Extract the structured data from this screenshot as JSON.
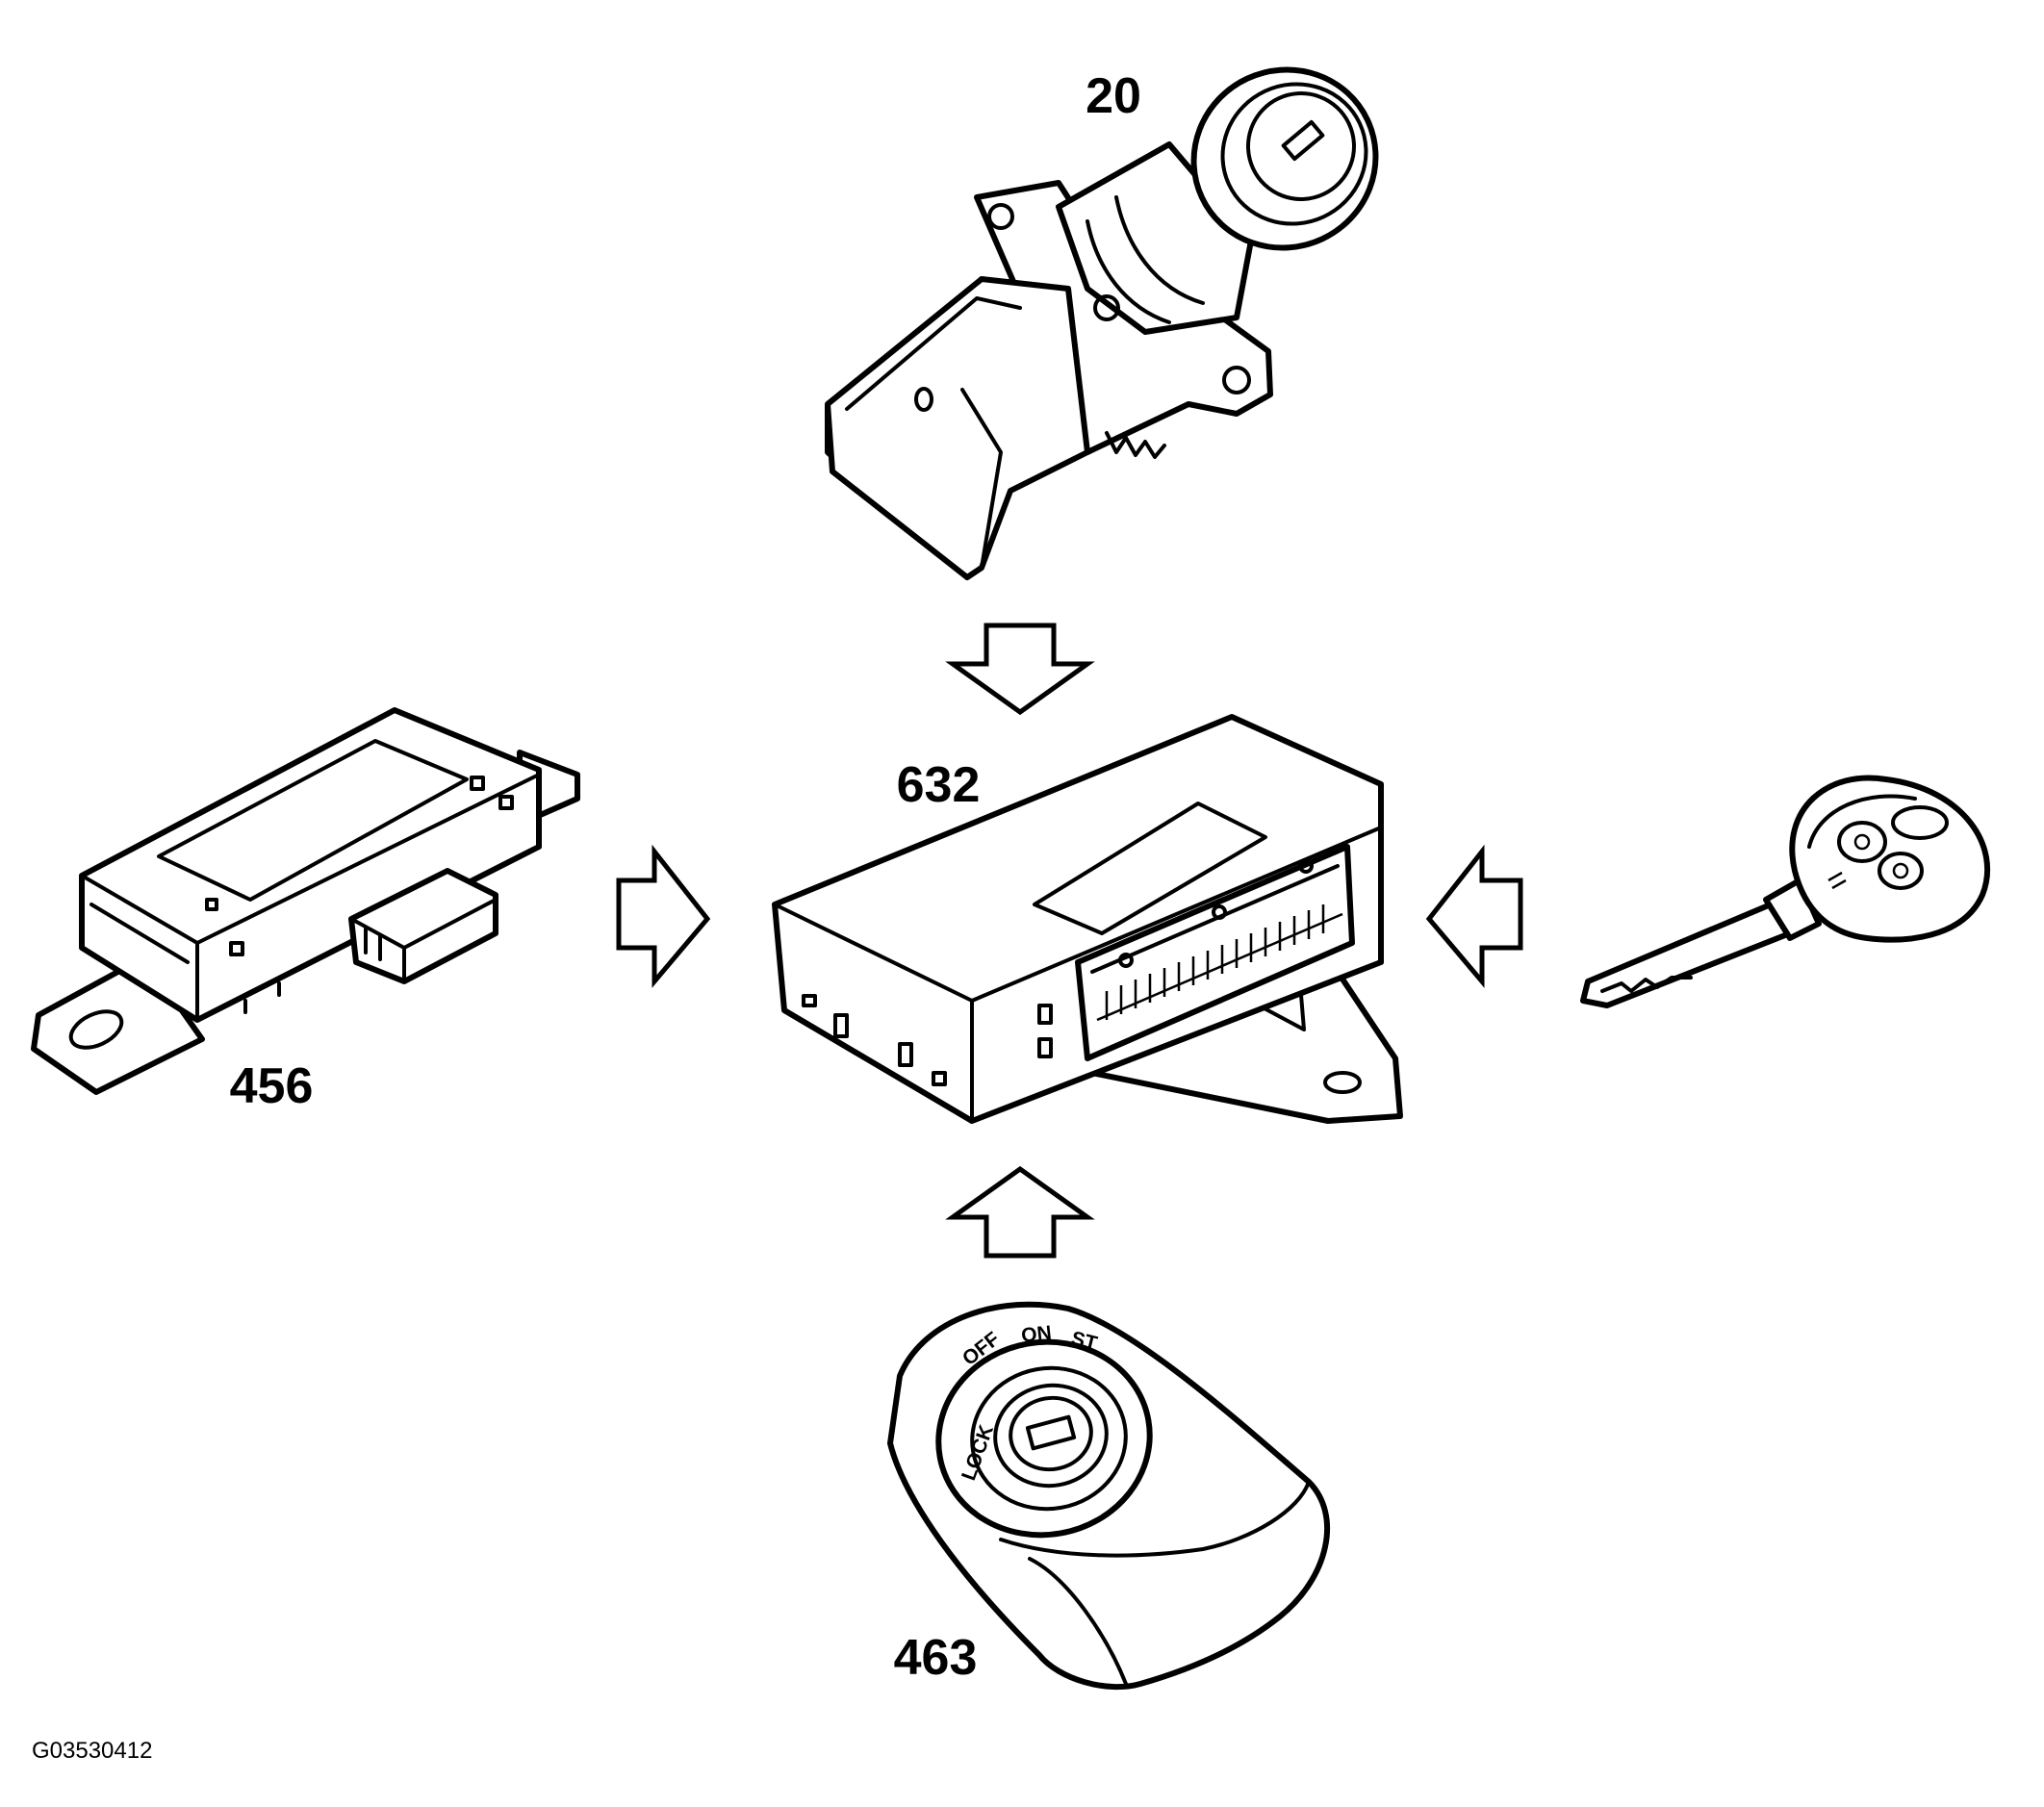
{
  "labels": {
    "steering_lock": "20",
    "control_module": "632",
    "receiver_module": "456",
    "ignition_switch": "463"
  },
  "figure_code": "G03530412",
  "ignition_positions": {
    "lock": "LOCK",
    "off": "OFF",
    "on": "ON",
    "start": "ST"
  },
  "colors": {
    "line": "#000000",
    "background": "#ffffff"
  }
}
